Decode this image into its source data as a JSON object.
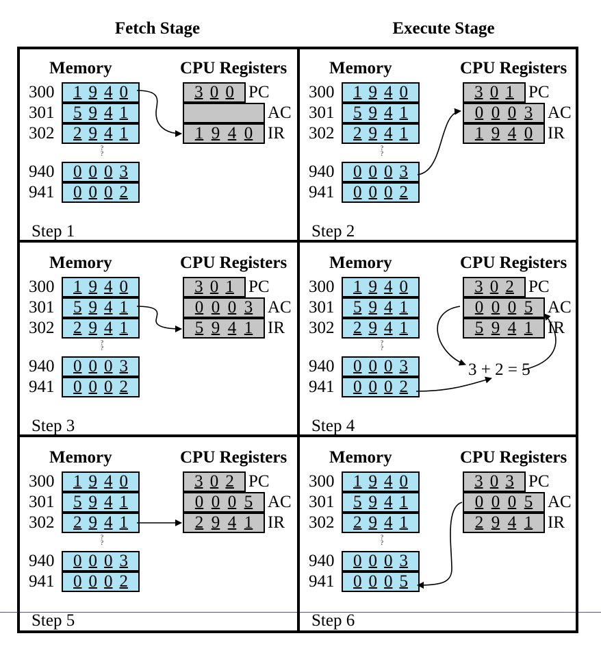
{
  "titles": {
    "fetch": "Fetch Stage",
    "execute": "Execute Stage"
  },
  "labels": {
    "memory": "Memory",
    "cpu": "CPU Registers",
    "pc": "PC",
    "ac": "AC",
    "ir": "IR",
    "dots": "?"
  },
  "steps": [
    {
      "name": "Step 1",
      "mem": [
        {
          "addr": "300",
          "digits": [
            "1",
            "9",
            "4",
            "0"
          ]
        },
        {
          "addr": "301",
          "digits": [
            "5",
            "9",
            "4",
            "1"
          ]
        },
        {
          "addr": "302",
          "digits": [
            "2",
            "9",
            "4",
            "1"
          ]
        },
        {
          "addr": "940",
          "digits": [
            "0",
            "0",
            "0",
            "3"
          ]
        },
        {
          "addr": "941",
          "digits": [
            "0",
            "0",
            "0",
            "2"
          ]
        }
      ],
      "pc": [
        "3",
        "0",
        "0"
      ],
      "ac": [],
      "ir": [
        "1",
        "9",
        "4",
        "0"
      ]
    },
    {
      "name": "Step 2",
      "mem": [
        {
          "addr": "300",
          "digits": [
            "1",
            "9",
            "4",
            "0"
          ]
        },
        {
          "addr": "301",
          "digits": [
            "5",
            "9",
            "4",
            "1"
          ]
        },
        {
          "addr": "302",
          "digits": [
            "2",
            "9",
            "4",
            "1"
          ]
        },
        {
          "addr": "940",
          "digits": [
            "0",
            "0",
            "0",
            "3"
          ]
        },
        {
          "addr": "941",
          "digits": [
            "0",
            "0",
            "0",
            "2"
          ]
        }
      ],
      "pc": [
        "3",
        "0",
        "1"
      ],
      "ac": [
        "0",
        "0",
        "0",
        "3"
      ],
      "ir": [
        "1",
        "9",
        "4",
        "0"
      ]
    },
    {
      "name": "Step 3",
      "mem": [
        {
          "addr": "300",
          "digits": [
            "1",
            "9",
            "4",
            "0"
          ]
        },
        {
          "addr": "301",
          "digits": [
            "5",
            "9",
            "4",
            "1"
          ]
        },
        {
          "addr": "302",
          "digits": [
            "2",
            "9",
            "4",
            "1"
          ]
        },
        {
          "addr": "940",
          "digits": [
            "0",
            "0",
            "0",
            "3"
          ]
        },
        {
          "addr": "941",
          "digits": [
            "0",
            "0",
            "0",
            "2"
          ]
        }
      ],
      "pc": [
        "3",
        "0",
        "1"
      ],
      "ac": [
        "0",
        "0",
        "0",
        "3"
      ],
      "ir": [
        "5",
        "9",
        "4",
        "1"
      ]
    },
    {
      "name": "Step 4",
      "mem": [
        {
          "addr": "300",
          "digits": [
            "1",
            "9",
            "4",
            "0"
          ]
        },
        {
          "addr": "301",
          "digits": [
            "5",
            "9",
            "4",
            "1"
          ]
        },
        {
          "addr": "302",
          "digits": [
            "2",
            "9",
            "4",
            "1"
          ]
        },
        {
          "addr": "940",
          "digits": [
            "0",
            "0",
            "0",
            "3"
          ]
        },
        {
          "addr": "941",
          "digits": [
            "0",
            "0",
            "0",
            "2"
          ]
        }
      ],
      "pc": [
        "3",
        "0",
        "2"
      ],
      "ac": [
        "0",
        "0",
        "0",
        "5"
      ],
      "ir": [
        "5",
        "9",
        "4",
        "1"
      ],
      "calc": "3 + 2 = 5"
    },
    {
      "name": "Step 5",
      "mem": [
        {
          "addr": "300",
          "digits": [
            "1",
            "9",
            "4",
            "0"
          ]
        },
        {
          "addr": "301",
          "digits": [
            "5",
            "9",
            "4",
            "1"
          ]
        },
        {
          "addr": "302",
          "digits": [
            "2",
            "9",
            "4",
            "1"
          ]
        },
        {
          "addr": "940",
          "digits": [
            "0",
            "0",
            "0",
            "3"
          ]
        },
        {
          "addr": "941",
          "digits": [
            "0",
            "0",
            "0",
            "2"
          ]
        }
      ],
      "pc": [
        "3",
        "0",
        "2"
      ],
      "ac": [
        "0",
        "0",
        "0",
        "5"
      ],
      "ir": [
        "2",
        "9",
        "4",
        "1"
      ]
    },
    {
      "name": "Step 6",
      "mem": [
        {
          "addr": "300",
          "digits": [
            "1",
            "9",
            "4",
            "0"
          ]
        },
        {
          "addr": "301",
          "digits": [
            "5",
            "9",
            "4",
            "1"
          ]
        },
        {
          "addr": "302",
          "digits": [
            "2",
            "9",
            "4",
            "1"
          ]
        },
        {
          "addr": "940",
          "digits": [
            "0",
            "0",
            "0",
            "3"
          ]
        },
        {
          "addr": "941",
          "digits": [
            "0",
            "0",
            "0",
            "5"
          ]
        }
      ],
      "pc": [
        "3",
        "0",
        "3"
      ],
      "ac": [
        "0",
        "0",
        "0",
        "5"
      ],
      "ir": [
        "2",
        "9",
        "4",
        "1"
      ]
    }
  ],
  "colors": {
    "memory_cell": "#aee3f4",
    "register_cell": "#c6c6c6",
    "rule": "#4a55c8"
  }
}
